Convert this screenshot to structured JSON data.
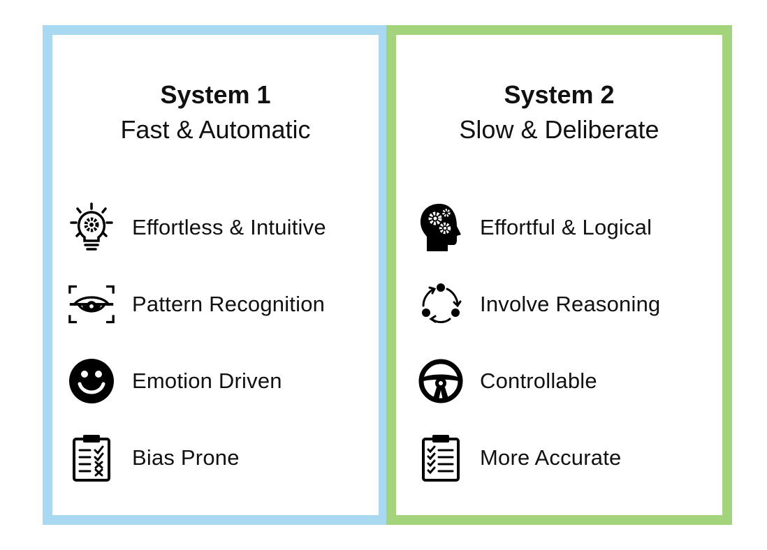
{
  "colors": {
    "system1_border": "#a9d8f1",
    "system2_border": "#a3d47c",
    "icon": "#000000"
  },
  "system1": {
    "title": "System 1",
    "subtitle": "Fast & Automatic",
    "items": [
      {
        "label": "Effortless & Intuitive",
        "icon": "lightbulb-gear-icon"
      },
      {
        "label": "Pattern Recognition",
        "icon": "eye-scan-icon"
      },
      {
        "label": "Emotion Driven",
        "icon": "smiley-face-icon"
      },
      {
        "label": "Bias Prone",
        "icon": "clipboard-checklist-icon"
      }
    ]
  },
  "system2": {
    "title": "System 2",
    "subtitle": "Slow & Deliberate",
    "items": [
      {
        "label": "Effortful & Logical",
        "icon": "head-gears-icon"
      },
      {
        "label": "Involve Reasoning",
        "icon": "cycle-arrows-icon"
      },
      {
        "label": "Controllable",
        "icon": "steering-wheel-icon"
      },
      {
        "label": "More Accurate",
        "icon": "clipboard-checks-icon"
      }
    ]
  }
}
